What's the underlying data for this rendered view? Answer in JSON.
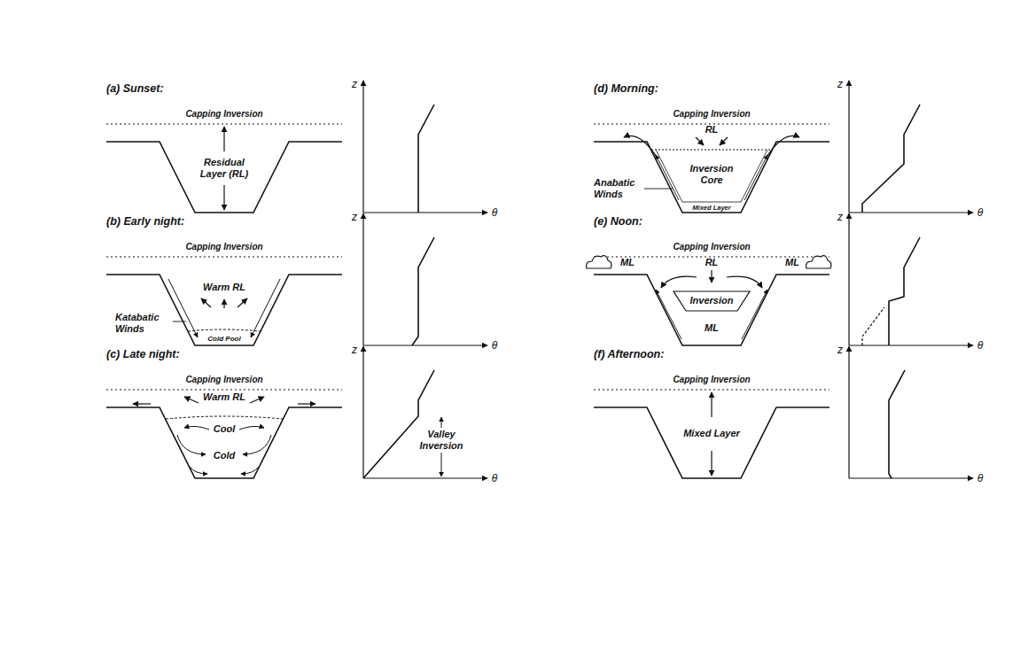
{
  "diagram": {
    "labels": [
      "(a) Sunset:",
      "Capping Inversion",
      "Residual Layer (RL)",
      "z",
      "θ",
      "(b) Early night:",
      "Capping Inversion",
      "Warm RL",
      "Katabatic Winds",
      "Cold Pool",
      "z",
      "θ",
      "(c) Late night:",
      "Capping Inversion",
      "Warm RL",
      "Cool",
      "Cold",
      "Valley Inversion",
      "z",
      "θ",
      "(d) Morning:",
      "Capping Inversion",
      "RL",
      "Inversion Core",
      "Anabatic Winds",
      "Mixed Layer",
      "z",
      "θ",
      "(e) Noon:",
      "Capping Inversion",
      "ML",
      "RL",
      "ML",
      "Inversion",
      "ML",
      "z",
      "θ",
      "(f) Afternoon:",
      "Capping Inversion",
      "Mixed Layer",
      "z",
      "θ"
    ]
  }
}
